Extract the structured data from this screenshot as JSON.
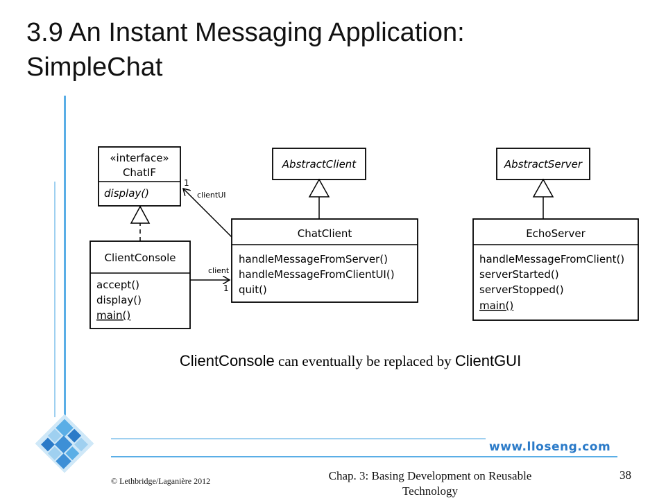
{
  "slide": {
    "title_line1": "3.9 An Instant Messaging Application:",
    "title_line2": "SimpleChat",
    "caption_part1": "ClientConsole",
    "caption_part2": " can eventually be replaced by ",
    "caption_part3": "ClientGUI",
    "website": "www.lloseng.com",
    "copyright": "© Lethbridge/Laganière 2012",
    "chapter_line1": "Chap. 3: Basing Development on Reusable",
    "chapter_line2": "Technology",
    "page_number": "38"
  },
  "diagram": {
    "chatif": {
      "stereotype": "«interface»",
      "name": "ChatIF",
      "ops": [
        "display()"
      ]
    },
    "client_console": {
      "name": "ClientConsole",
      "ops": [
        "accept()",
        "display()",
        "main()"
      ]
    },
    "abstract_client": {
      "name": "AbstractClient"
    },
    "chat_client": {
      "name": "ChatClient",
      "ops": [
        "handleMessageFromServer()",
        "handleMessageFromClientUI()",
        "quit()"
      ]
    },
    "abstract_server": {
      "name": "AbstractServer"
    },
    "echo_server": {
      "name": "EchoServer",
      "ops": [
        "handleMessageFromClient()",
        "serverStarted()",
        "serverStopped()",
        "main()"
      ]
    },
    "assoc_clientui": {
      "role": "clientUI",
      "multiplicity": "1"
    },
    "assoc_client": {
      "role": "client",
      "multiplicity": "1"
    }
  },
  "colors": {
    "accent": "#5aaee6",
    "link": "#2a7ac8"
  }
}
